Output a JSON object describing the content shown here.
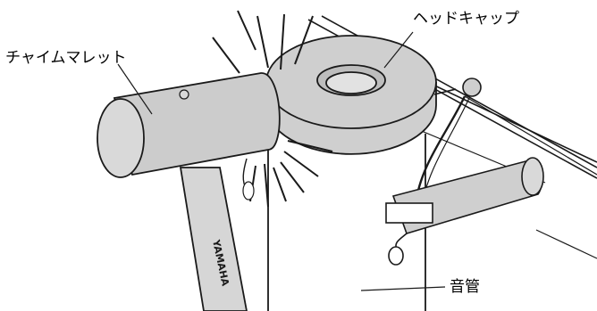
{
  "labels": {
    "chime_mallet": "チャイムマレット",
    "head_cap": "ヘッドキャップ",
    "tube": "音管"
  },
  "mallet_handle_text": "YAMAHA",
  "colors": {
    "ink": "#1a1a1a",
    "cap_fill": "#cfcfcf",
    "cap_hole": "#bdbdbd",
    "mallet_head": "#cccccc",
    "mallet_face": "#d9d9d9",
    "handle": "#d6d6d6",
    "small_tube": "#cfcfcf"
  }
}
